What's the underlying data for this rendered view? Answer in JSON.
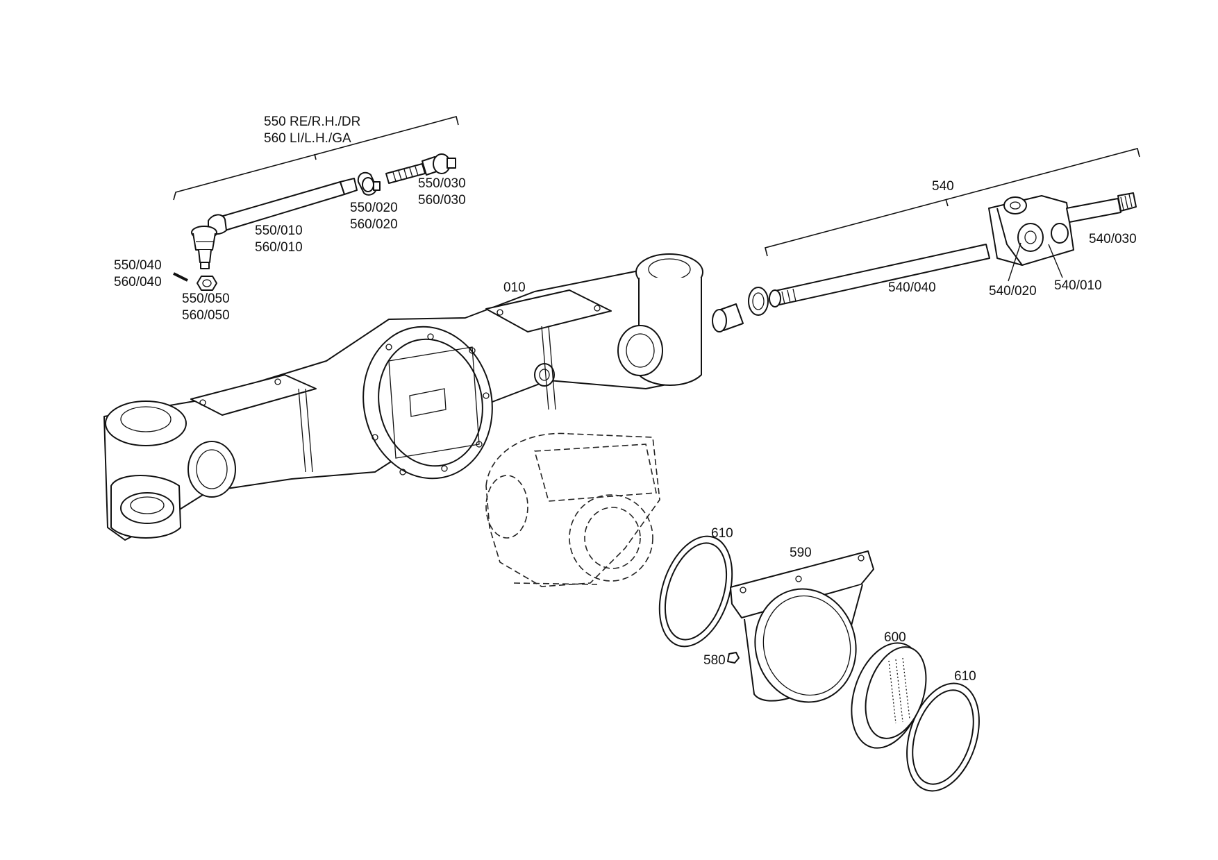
{
  "labels": {
    "group_550_560": [
      "550 RE/R.H./DR",
      "560 LI/L.H./GA"
    ],
    "p550_010": [
      "550/010",
      "560/010"
    ],
    "p550_020": [
      "550/020",
      "560/020"
    ],
    "p550_030": [
      "550/030",
      "560/030"
    ],
    "p550_040": [
      "550/040",
      "560/040"
    ],
    "p550_050": [
      "550/050",
      "560/050"
    ],
    "p010": "010",
    "p540": "540",
    "p540_010": "540/010",
    "p540_020": "540/020",
    "p540_030": "540/030",
    "p540_040": "540/040",
    "p580": "580",
    "p590": "590",
    "p600": "600",
    "p610_a": "610",
    "p610_b": "610"
  }
}
